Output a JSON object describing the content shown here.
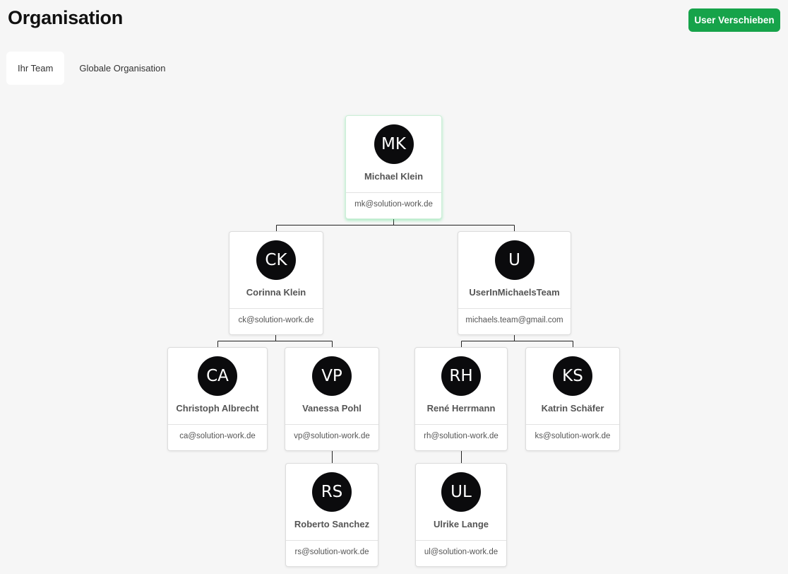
{
  "header": {
    "title": "Organisation",
    "move_button_label": "User Verschieben",
    "accent_color": "#16a34a"
  },
  "tabs": [
    {
      "label": "Ihr Team",
      "active": true
    },
    {
      "label": "Globale Organisation",
      "active": false
    }
  ],
  "org_tree": {
    "root": {
      "initials": "MK",
      "name": "Michael Klein",
      "email": "mk@solution-work.de"
    },
    "ck": {
      "initials": "CK",
      "name": "Corinna Klein",
      "email": "ck@solution-work.de"
    },
    "u": {
      "initials": "U",
      "name": "UserInMichaelsTeam",
      "email": "michaels.team@gmail.com"
    },
    "ca": {
      "initials": "CA",
      "name": "Christoph Albrecht",
      "email": "ca@solution-work.de"
    },
    "vp": {
      "initials": "VP",
      "name": "Vanessa Pohl",
      "email": "vp@solution-work.de"
    },
    "rh": {
      "initials": "RH",
      "name": "René Herrmann",
      "email": "rh@solution-work.de"
    },
    "ks": {
      "initials": "KS",
      "name": "Katrin Schäfer",
      "email": "ks@solution-work.de"
    },
    "rs": {
      "initials": "RS",
      "name": "Roberto Sanchez",
      "email": "rs@solution-work.de"
    },
    "ul": {
      "initials": "UL",
      "name": "Ulrike Lange",
      "email": "ul@solution-work.de"
    }
  }
}
